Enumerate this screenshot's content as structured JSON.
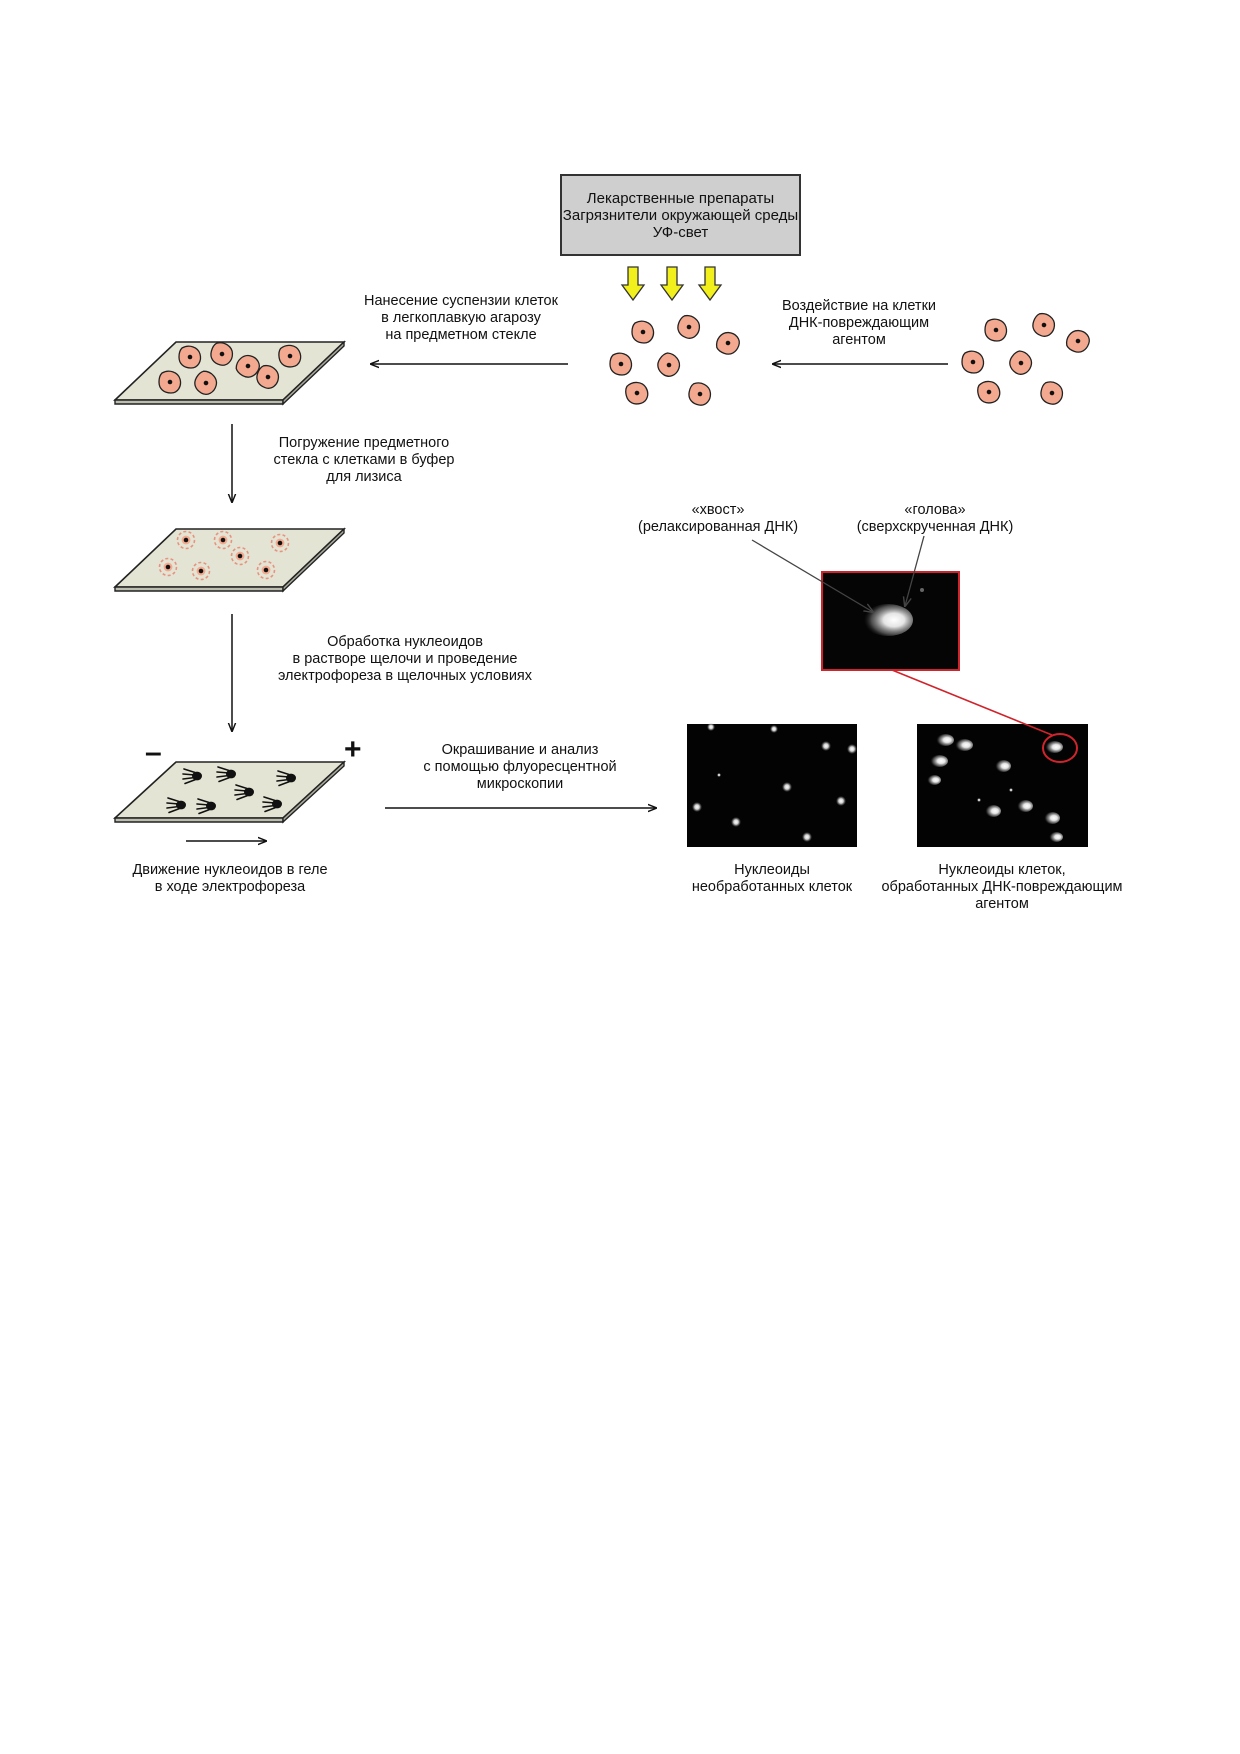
{
  "sources": {
    "lines": [
      "Лекарственные препараты",
      "Загрязнители окружающей среды",
      "УФ-свет"
    ]
  },
  "steps": {
    "exposure": [
      "Воздействие на клетки",
      "ДНК-повреждающим",
      "агентом"
    ],
    "embedding": [
      "Нанесение суспензии клеток",
      "в легкоплавкую агарозу",
      "на предметном стекле"
    ],
    "lysis": [
      "Погружение предметного",
      "стекла с клетками в буфер",
      "для лизиса"
    ],
    "alkaline": [
      "Обработка нуклеоидов",
      "в растворе щелочи и проведение",
      "электрофореза в щелочных условиях"
    ],
    "staining": [
      "Окрашивание и анализ",
      "с помощью флуоресцентной",
      "микроскопии"
    ],
    "migration": [
      "Движение нуклеоидов в геле",
      "в ходе электрофореза"
    ]
  },
  "electrodes": {
    "minus": "–",
    "plus": "+"
  },
  "comet_parts": {
    "tail": [
      "«хвост»",
      "(релаксированная ДНК)"
    ],
    "head": [
      "«голова»",
      "(сверхскрученная ДНК)"
    ]
  },
  "panels": {
    "untreated": [
      "Нуклеоиды",
      "необработанных клеток"
    ],
    "treated": [
      "Нуклеоиды клеток,",
      "обработанных ДНК-повреждающим",
      "агентом"
    ]
  },
  "colors": {
    "cell_fill": "#f2a98f",
    "slide_fill": "#e4e4d4",
    "uv_arrow": "#f1ef1c",
    "highlight_red": "#d0242c",
    "box_fill": "#cfcfcf"
  },
  "icons": [
    "cell-icon",
    "yellow-arrow-icon",
    "comet-icon",
    "microscope-image"
  ]
}
